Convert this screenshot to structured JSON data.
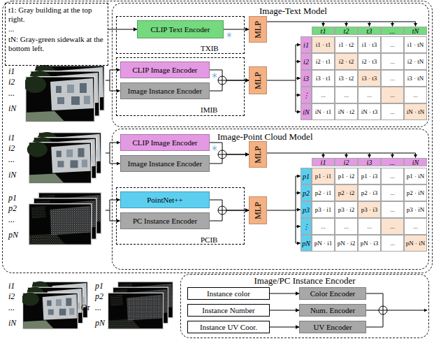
{
  "diagram": {
    "nodes": [
      {
        "text": [
          "t1: Gray building at the top right.",
          "...",
          "tN: Gray-green sidewalk at the bottom left."
        ]
      },
      {
        "text": [
          "Image-Text Model"
        ]
      },
      {
        "text": [
          "TXIB"
        ],
        "in": 1
      },
      {
        "text": [
          "CLIP Text Encoder"
        ],
        "in": 2
      },
      {
        "text": [
          "MLP"
        ],
        "in": 1
      },
      {
        "text": [
          "IMIB"
        ],
        "in": 1
      },
      {
        "text": [
          "CLIP Image Encoder"
        ],
        "in": 5
      },
      {
        "text": [
          "Image Instance Encoder"
        ],
        "in": 5
      },
      {
        "text": [
          "MLP"
        ],
        "in": 1
      },
      {
        "text": [
          "Image-Point Cloud Model"
        ]
      },
      {
        "text": [
          "CLIP Image Encoder"
        ],
        "in": 9
      },
      {
        "text": [
          "Image Instance Encoder"
        ],
        "in": 9
      },
      {
        "text": [
          "MLP"
        ],
        "in": 9
      },
      {
        "text": [
          "PCIB"
        ],
        "in": 9
      },
      {
        "text": [
          "PointNet++"
        ],
        "in": 13
      },
      {
        "text": [
          "PC Instance Encoder"
        ],
        "in": 13
      },
      {
        "text": [
          "MLP"
        ],
        "in": 9
      },
      {
        "text": [
          "Image/PC Instance Encoder"
        ]
      },
      {
        "text": [
          "Instance color"
        ],
        "in": 17
      },
      {
        "text": [
          "Color Encoder"
        ],
        "in": 17
      },
      {
        "text": [
          "Instance Number"
        ],
        "in": 17
      },
      {
        "text": [
          "Num. Encoder"
        ],
        "in": 17
      },
      {
        "text": [
          "Instance UV Coor."
        ],
        "in": 17
      },
      {
        "text": [
          "UV Encoder"
        ],
        "in": 17
      }
    ],
    "edges": [
      {
        "from": 0,
        "to": 3,
        "arrow": "to"
      },
      {
        "from": 3,
        "to": 4,
        "arrow": "to"
      },
      {
        "from": 6,
        "to": 8,
        "arrow": "to"
      },
      {
        "from": 7,
        "to": 8,
        "arrow": "to"
      },
      {
        "from": 10,
        "to": 12,
        "arrow": "to"
      },
      {
        "from": 11,
        "to": 12,
        "arrow": "to"
      },
      {
        "from": 14,
        "to": 16,
        "arrow": "to"
      },
      {
        "from": 15,
        "to": 16,
        "arrow": "to"
      },
      {
        "from": 18,
        "to": 19,
        "arrow": "to"
      },
      {
        "from": 20,
        "to": 21,
        "arrow": "to"
      },
      {
        "from": 22,
        "to": 23,
        "arrow": "to"
      }
    ],
    "labels": [
      "i1",
      "i2",
      "...",
      "iN",
      "t1",
      "t2",
      "t3",
      "...",
      "tN",
      "i1",
      "i2",
      "i3",
      "⋮",
      "iN",
      "i1 · t1",
      "i1 · t2",
      "i1 · t3",
      "...",
      "i1 · tN",
      "i2 · t1",
      "i2 · t2",
      "i2 · t3",
      "...",
      "i2 · tN",
      "i3 · t1",
      "i3 · t2",
      "i3 · t3",
      "...",
      "i3 · tN",
      "...",
      "...",
      "...",
      "...",
      "...",
      "iN · t1",
      "iN · t2",
      "iN · t3",
      "...",
      "iN · tN",
      "i1",
      "i2",
      "...",
      "iN",
      "p1",
      "p2",
      "...",
      "pN",
      "i1",
      "i2",
      "i3",
      "...",
      "iN",
      "p1",
      "p2",
      "p3",
      "⋮",
      "pN",
      "p1 · i1",
      "p1 · i2",
      "p1 · i3",
      "...",
      "p1 · iN",
      "p2 · i1",
      "p2 · i2",
      "p2 · i3",
      "...",
      "p2 · iN",
      "p3 · i1",
      "p3 · i2",
      "p3 · i3",
      "...",
      "p3 · iN",
      "...",
      "...",
      "...",
      "...",
      "...",
      "pN · i1",
      "pN · i2",
      "pN · i3",
      "...",
      "pN · iN",
      "i1",
      "i2",
      "...",
      "iN",
      "Or",
      "p1",
      "p2",
      "...",
      "pN"
    ]
  }
}
